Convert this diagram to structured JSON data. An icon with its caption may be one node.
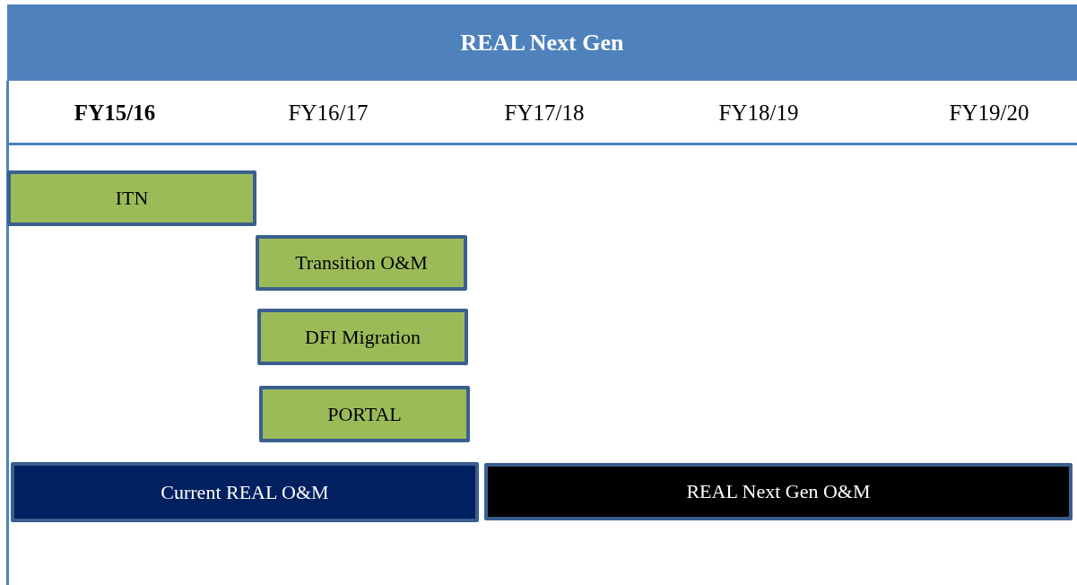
{
  "diagram": {
    "title": "REAL Next Gen",
    "nodes": [
      {
        "text": [
          "ITN"
        ]
      },
      {
        "text": [
          "Transition O&M"
        ]
      },
      {
        "text": [
          "DFI Migration"
        ]
      },
      {
        "text": [
          "PORTAL"
        ]
      },
      {
        "text": [
          "Current REAL O&M"
        ]
      },
      {
        "text": [
          "REAL Next Gen O&M"
        ]
      }
    ],
    "labels": [
      "FY15/16",
      "FY16/17",
      "FY17/18",
      "FY18/19",
      "FY19/20"
    ]
  }
}
